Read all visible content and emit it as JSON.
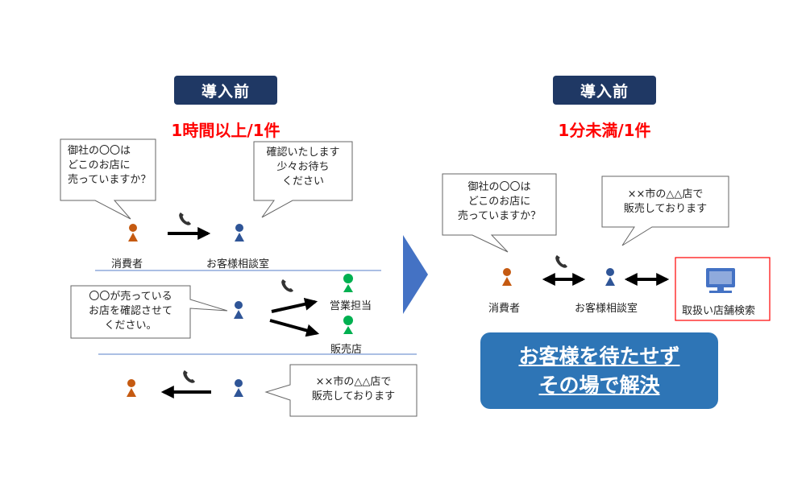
{
  "before": {
    "badge": "導入前",
    "time": "1時間以上/1件",
    "customer_question": "御社の〇〇は\nどこのお店に\n売っていますか？",
    "center_reply": "確認いたします\n少々お待ち\nください",
    "consumer_label": "消費者",
    "center_label": "お客様相談室",
    "inquiry": "〇〇が売っている\nお店を確認させて\nください。",
    "sales_label": "営業担当",
    "store_label": "販売店",
    "final_reply": "××市の△△店で\n販売しております"
  },
  "after": {
    "badge": "導入前",
    "time": "1分未満/1件",
    "customer_question": "御社の〇〇は\nどこのお店に\n売っていますか？",
    "center_reply": "××市の△△店で\n販売しております",
    "consumer_label": "消費者",
    "center_label": "お客様相談室",
    "search_label": "取扱い店舗検索",
    "result_line1": "お客様を待たせず",
    "result_line2": "その場で解決"
  },
  "colors": {
    "badge": "#1f3864",
    "time_text": "#ff0000",
    "consumer": "#c55a11",
    "center": "#2f5597",
    "staff": "#00b050",
    "arrow_big": "#4472c4",
    "result_box": "#2e75b6",
    "search_border": "#ff0000"
  },
  "icons": [
    "phone-icon",
    "monitor-icon"
  ]
}
